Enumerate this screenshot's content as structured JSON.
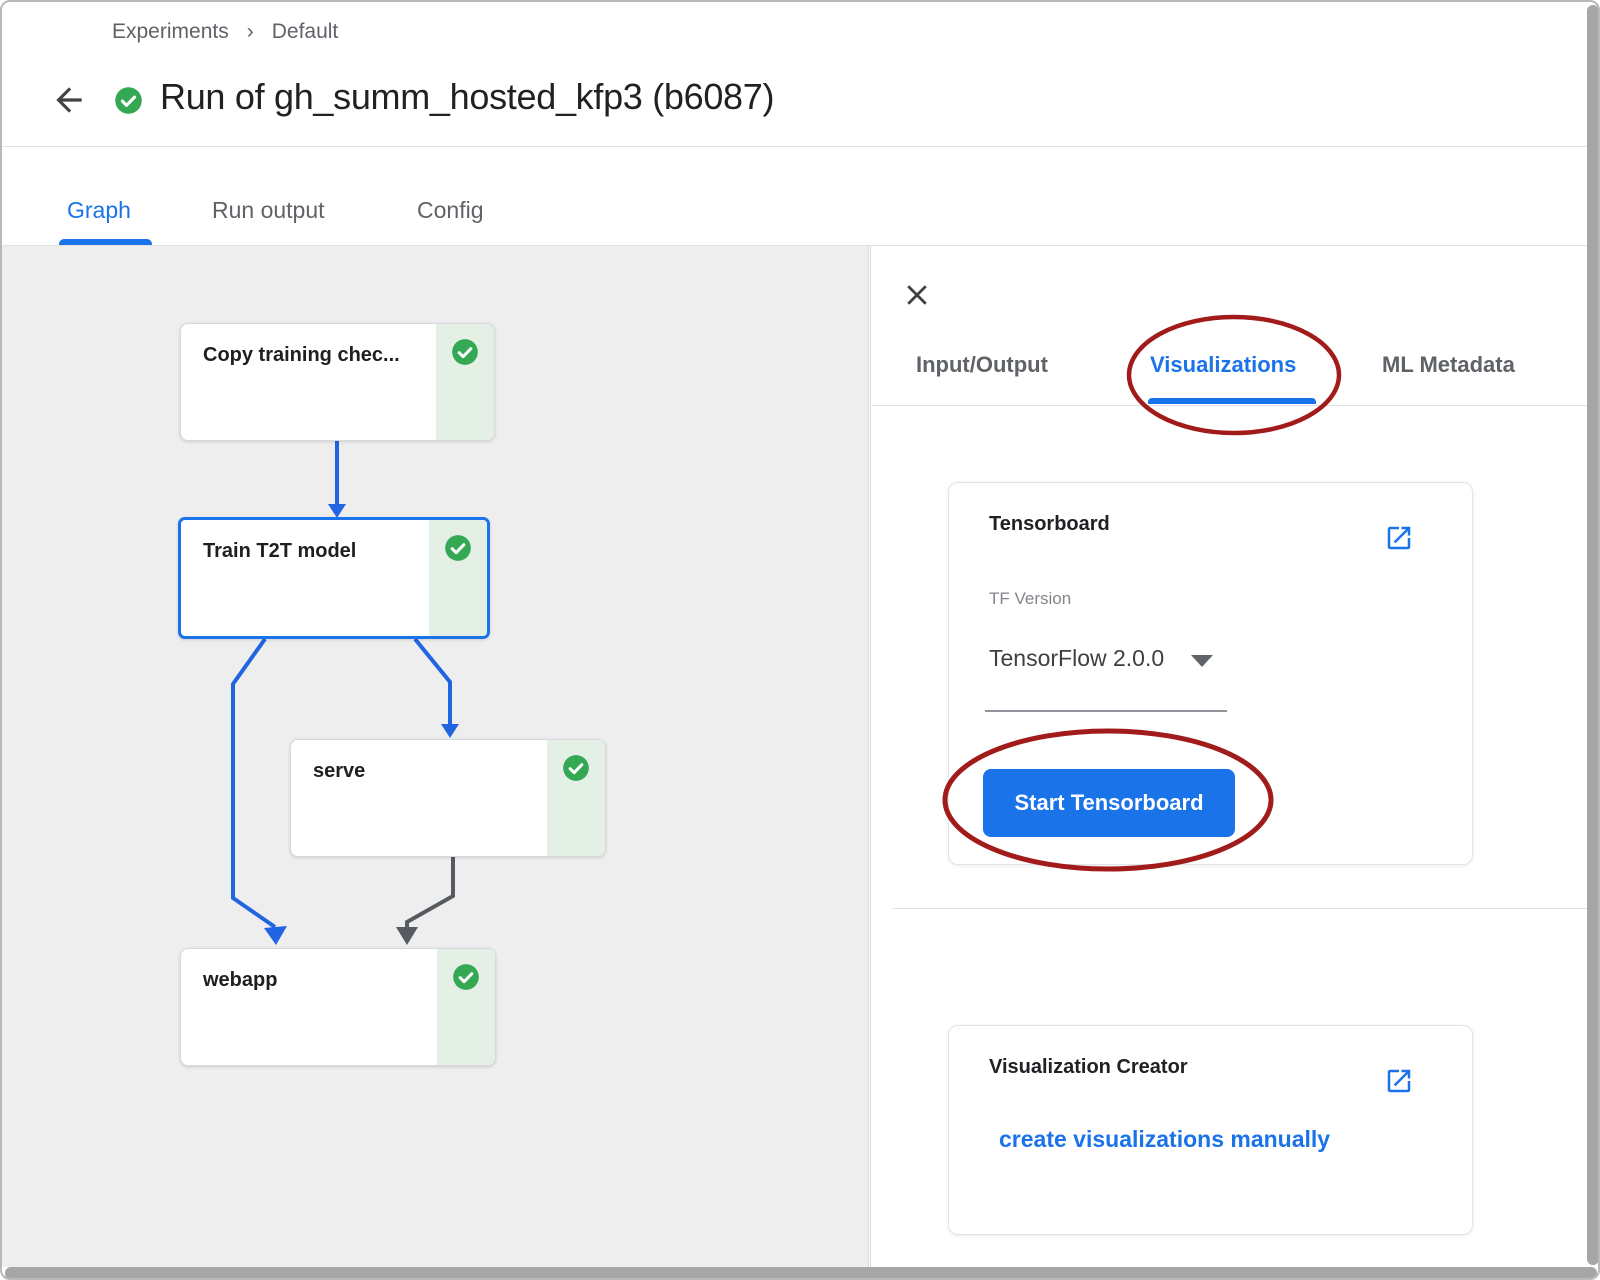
{
  "breadcrumb": {
    "items": [
      "Experiments",
      "Default"
    ],
    "separator": "›"
  },
  "header": {
    "title": "Run of gh_summ_hosted_kfp3 (b6087)",
    "status": "succeeded"
  },
  "tabs": {
    "items": [
      {
        "label": "Graph",
        "active": true
      },
      {
        "label": "Run output",
        "active": false
      },
      {
        "label": "Config",
        "active": false
      }
    ]
  },
  "graph": {
    "nodes": [
      {
        "label": "Copy training chec...",
        "status": "succeeded",
        "selected": false
      },
      {
        "label": "Train T2T model",
        "status": "succeeded",
        "selected": true
      },
      {
        "label": "serve",
        "status": "succeeded",
        "selected": false
      },
      {
        "label": "webapp",
        "status": "succeeded",
        "selected": false
      }
    ],
    "edges": [
      {
        "from": "Copy training chec...",
        "to": "Train T2T model",
        "color": "blue"
      },
      {
        "from": "Train T2T model",
        "to": "serve",
        "color": "blue"
      },
      {
        "from": "Train T2T model",
        "to": "webapp",
        "color": "blue"
      },
      {
        "from": "serve",
        "to": "webapp",
        "color": "gray"
      }
    ]
  },
  "panel": {
    "tabs": [
      {
        "label": "Input/Output",
        "active": false
      },
      {
        "label": "Visualizations",
        "active": true
      },
      {
        "label": "ML Metadata",
        "active": false
      }
    ],
    "tensorboard": {
      "title": "Tensorboard",
      "tf_version_label": "TF Version",
      "tf_version_value": "TensorFlow 2.0.0",
      "start_button": "Start Tensorboard"
    },
    "viz_creator": {
      "title": "Visualization Creator",
      "link": "create visualizations manually"
    }
  },
  "colors": {
    "accent": "#1a73e8",
    "success_green": "#34a853",
    "success_strip": "#e4efe6",
    "annotation_red": "#a21b1b",
    "edge_blue": "#2265e3",
    "edge_gray": "#555b61"
  }
}
